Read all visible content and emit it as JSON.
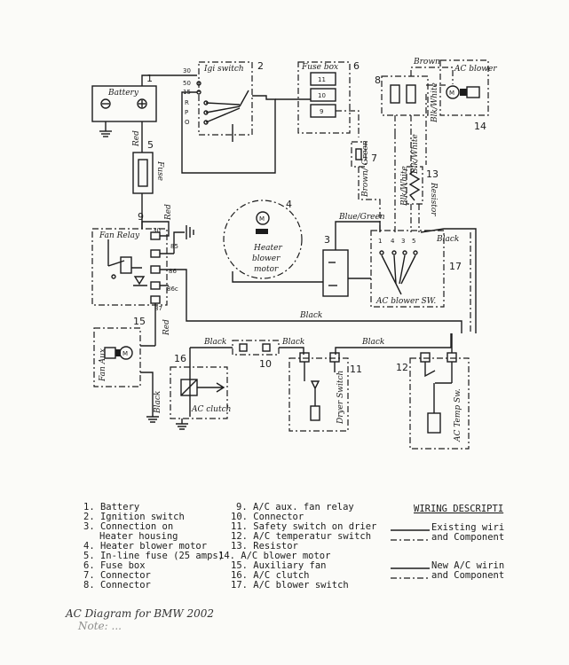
{
  "components": {
    "battery": {
      "num": "1",
      "label": "Battery"
    },
    "ign_switch": {
      "num": "2",
      "label": "Igi switch",
      "terminals": [
        "30",
        "50",
        "15",
        "R",
        "P",
        "O"
      ]
    },
    "heater_housing": {
      "num": "3"
    },
    "heater_motor": {
      "num": "4",
      "label": "Heater blower motor"
    },
    "inline_fuse": {
      "num": "5",
      "label": "Fuse"
    },
    "fuse_box": {
      "num": "6",
      "label": "Fuse box",
      "fuses": [
        "11",
        "10",
        "9"
      ]
    },
    "connector7": {
      "num": "7"
    },
    "connector8": {
      "num": "8"
    },
    "fan_relay": {
      "num": "9",
      "label": "Fan Relay",
      "terminals": [
        "30",
        "85",
        "86",
        "86c",
        "87"
      ]
    },
    "connector10": {
      "num": "10"
    },
    "safety_switch": {
      "num": "11",
      "label": "Dryer Switch"
    },
    "temp_switch": {
      "num": "12",
      "label": "AC Temp Sw."
    },
    "resistor": {
      "num": "13",
      "label": "Resistor"
    },
    "ac_blower_motor": {
      "num": "14",
      "label": "AC blower"
    },
    "aux_fan": {
      "num": "15",
      "label": "Fan Aux"
    },
    "ac_clutch": {
      "num": "16",
      "label": "AC clutch"
    },
    "ac_blower_switch": {
      "num": "17",
      "label": "AC blower SW.",
      "terminals": [
        "1",
        "4",
        "3",
        "5"
      ]
    }
  },
  "wire_labels": {
    "red": "Red",
    "blue_green": "Blue/Green",
    "brown_green": "Brown/ Green",
    "blk_white": "Blk/White",
    "brown": "Brown",
    "black": "Black"
  },
  "legend": {
    "items": [
      "1. Battery",
      "2. Ignition switch",
      "3. Connection on",
      "Heater housing",
      "4. Heater blower motor",
      "5. In-line fuse (25 amps)",
      "6. Fuse box",
      "7. Connector",
      "8. Connector",
      "9. A/C aux. fan relay",
      "10. Connector",
      "11. Safety switch on drier",
      "12. A/C temperatur switch",
      "13. Resistor",
      "14. A/C blower motor",
      "15. Auxiliary fan",
      "16. A/C clutch",
      "17. A/C blower switch"
    ],
    "description": {
      "title": "WIRING DESCRIPTI",
      "existing_line1": "Existing wiri",
      "existing_line2": "and Component",
      "new_line1": "New A/C wirin",
      "new_line2": "and Component"
    }
  },
  "footer": {
    "note": "AC Diagram for BMW 2002",
    "note2": "Note: ..."
  }
}
